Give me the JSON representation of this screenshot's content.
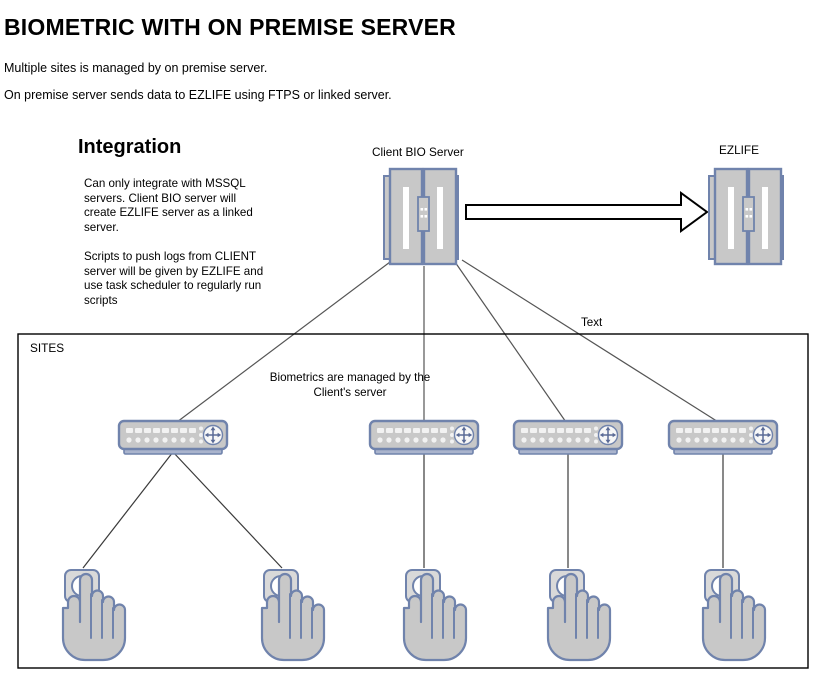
{
  "page": {
    "title": "BIOMETRIC WITH ON PREMISE SERVER",
    "intro_line_1": "Multiple sites is managed by on premise server.",
    "intro_line_2": "On premise server sends data to EZLIFE using FTPS or linked server."
  },
  "integration": {
    "heading": "Integration",
    "paragraph_1": "Can only integrate with MSSQL servers. Client BIO server will create EZLIFE server as a linked server.",
    "paragraph_2": "Scripts to push logs from CLIENT server will be given by EZLIFE and use task scheduler to regularly run scripts"
  },
  "diagram": {
    "client_server_label": "Client BIO Server",
    "ezlife_server_label": "EZLIFE",
    "sites_box_label": "SITES",
    "biometrics_note": "Biometrics are managed by the Client's server",
    "arrow_edge_label": "Text",
    "switch_icon_name": "network-switch-icon",
    "scanner_icon_name": "fingerprint-scanner-hand-icon",
    "server_icon_name": "server-rack-icon"
  },
  "colors": {
    "device_fill": "#c8c8c8",
    "device_stroke": "#7083ac",
    "device_top_fill": "#aab4cd",
    "connector_stroke": "#555555",
    "box_stroke": "#000000",
    "text": "#000000"
  }
}
